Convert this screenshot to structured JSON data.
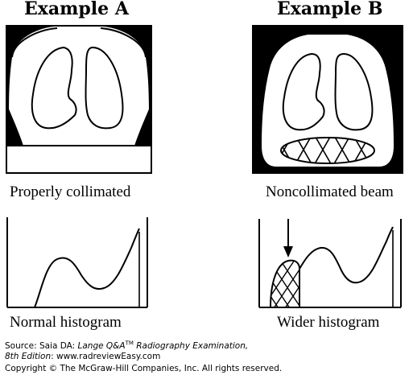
{
  "example_a": {
    "title": "Example A",
    "image_caption": "Properly collimated",
    "histogram_caption": "Normal histogram"
  },
  "example_b": {
    "title": "Example B",
    "image_caption": "Noncollimated beam",
    "histogram_caption": "Wider histogram"
  },
  "source": {
    "prefix": "Source: Saia DA: ",
    "book_title": "Lange Q&A",
    "trademark": "TM",
    "book_title_rest": " Radiography Examination,",
    "edition": "8th Edition",
    "website": ": www.radreviewEasy.com",
    "copyright": "Copyright © The McGraw-Hill Companies, Inc. All rights reserved."
  }
}
